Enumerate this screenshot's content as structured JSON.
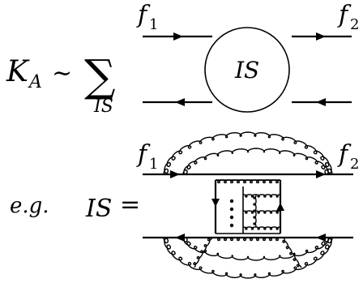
{
  "top": {
    "lhs_K": "K",
    "lhs_A": "A",
    "sim": "∼",
    "sum_symbol": "∑",
    "sum_index": "IS",
    "f1": "f",
    "f1_sub": "1",
    "f2": "f",
    "f2_sub": "2",
    "blob_label": "IS"
  },
  "bottom": {
    "eg": "e.g.",
    "is_label": "IS",
    "equals": "=",
    "f1": "f",
    "f1_sub": "1",
    "f2": "f",
    "f2_sub": "2"
  }
}
